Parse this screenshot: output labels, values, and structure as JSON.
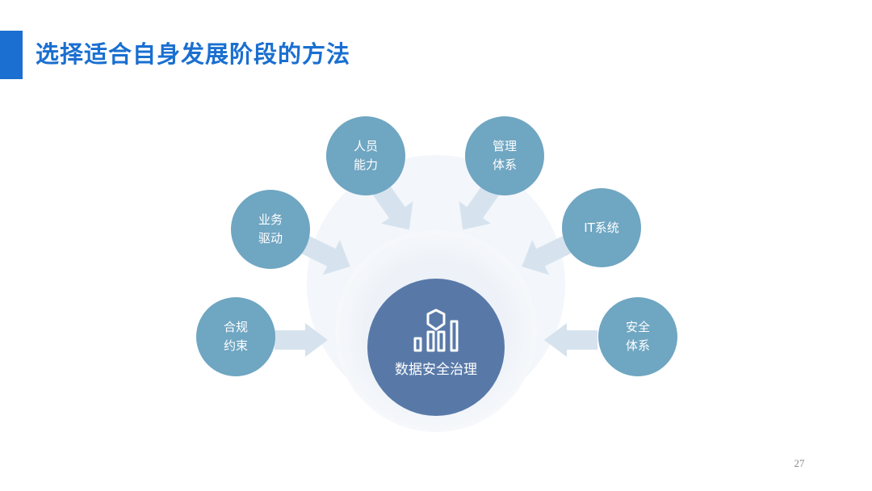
{
  "header": {
    "title": "选择适合自身发展阶段的方法"
  },
  "diagram": {
    "center": {
      "label": "数据安全治理",
      "icon": "data-chart-icon"
    },
    "nodes": [
      {
        "id": "hegui",
        "line1": "合规",
        "line2": "约束"
      },
      {
        "id": "yewu",
        "line1": "业务",
        "line2": "驱动"
      },
      {
        "id": "renyuan",
        "line1": "人员",
        "line2": "能力"
      },
      {
        "id": "guanli",
        "line1": "管理",
        "line2": "体系"
      },
      {
        "id": "it",
        "line1": "IT系统",
        "line2": ""
      },
      {
        "id": "anquan",
        "line1": "安全",
        "line2": "体系"
      }
    ],
    "colors": {
      "node": "#6fa6c2",
      "center": "#5879a8",
      "arrow": "#d6e3ee",
      "halo": "#eef2f8",
      "accent": "#1a6fd0"
    }
  },
  "footer": {
    "page_number": "27"
  }
}
